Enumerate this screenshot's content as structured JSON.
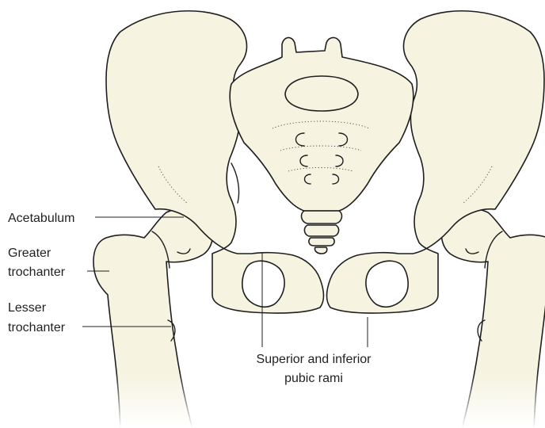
{
  "colors": {
    "bone_fill": "#f6f3e0",
    "outline": "#1f1f1f",
    "label_text": "#231f20",
    "background": "#ffffff"
  },
  "labels": {
    "acetabulum": "Acetabulum",
    "greater_trochanter": [
      "Greater",
      "trochanter"
    ],
    "lesser_trochanter": [
      "Lesser",
      "trochanter"
    ],
    "pubic_rami": [
      "Superior and inferior",
      "pubic rami"
    ]
  }
}
